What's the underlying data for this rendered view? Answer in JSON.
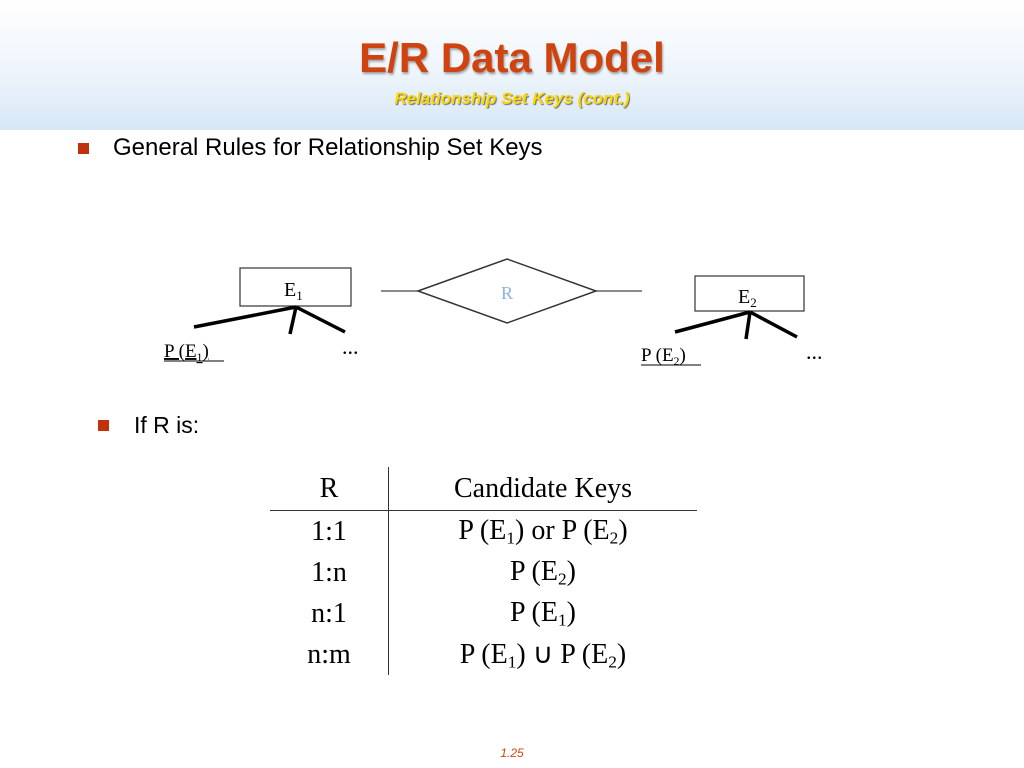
{
  "slide": {
    "title": "E/R Data Model",
    "subtitle": "Relationship Set Keys (cont.)",
    "page_number": "1.25",
    "colors": {
      "title": "#d0430f",
      "subtitle": "#ffd600",
      "bullet": "#c0310e",
      "relationship_label": "#8ab4e0"
    }
  },
  "bullets": [
    {
      "text": "General Rules for Relationship Set Keys"
    },
    {
      "text": "If R is:"
    }
  ],
  "diagram": {
    "entity1": {
      "name": "E",
      "sub": "1"
    },
    "entity2": {
      "name": "E",
      "sub": "2"
    },
    "relationship": {
      "label": "R"
    },
    "pkey1": {
      "prefix": "P (E",
      "sub": "1",
      "suffix": ")"
    },
    "pkey2": {
      "prefix": "P (E",
      "sub": "2",
      "suffix": ")"
    },
    "ellipsis": "..."
  },
  "table": {
    "headers": [
      "R",
      "Candidate Keys"
    ],
    "rows": [
      {
        "r": "1:1",
        "k": [
          {
            "t": "P (E"
          },
          {
            "s": "1"
          },
          {
            "t": ") or P (E"
          },
          {
            "s": "2"
          },
          {
            "t": ")"
          }
        ]
      },
      {
        "r": "1:n",
        "k": [
          {
            "t": "P (E"
          },
          {
            "s": "2"
          },
          {
            "t": ")"
          }
        ]
      },
      {
        "r": "n:1",
        "k": [
          {
            "t": "P (E"
          },
          {
            "s": "1"
          },
          {
            "t": ")"
          }
        ]
      },
      {
        "r": "n:m",
        "k": [
          {
            "t": "P (E"
          },
          {
            "s": "1"
          },
          {
            "t": ") ∪ P (E"
          },
          {
            "s": "2"
          },
          {
            "t": ")"
          }
        ]
      }
    ]
  }
}
